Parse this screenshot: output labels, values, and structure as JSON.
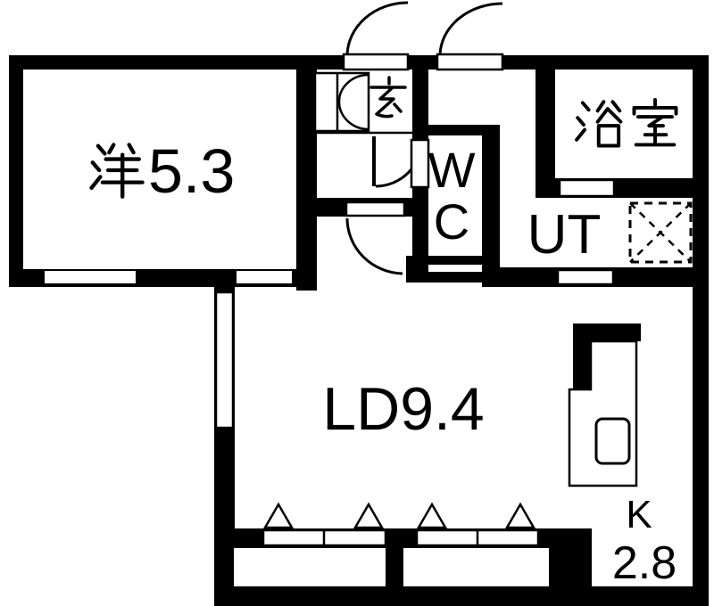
{
  "floorplan": {
    "type": "apartment-floor-plan",
    "rooms": {
      "western": {
        "label": "洋5.3",
        "kanji": "洋",
        "number_text": "5.3"
      },
      "entrance": {
        "label": "玄",
        "kanji": "玄"
      },
      "wc": {
        "label": "WC",
        "line1": "W",
        "line2": "C"
      },
      "bathroom": {
        "label": "浴室",
        "kanji": "浴室"
      },
      "utility": {
        "label": "UT"
      },
      "living_dining": {
        "label": "LD9.4"
      },
      "kitchen": {
        "label": "K 2.8",
        "line1": "K",
        "line2": "2.8"
      }
    },
    "symbols": [
      "entrance-double-door-swing",
      "shoe-closet-double-door",
      "interior-door-swing",
      "sliding-window",
      "washing-machine-pan",
      "kitchen-counter-with-sink",
      "window-triangle-markers"
    ],
    "colors": {
      "wall": "#000000",
      "floor": "#ffffff"
    }
  }
}
